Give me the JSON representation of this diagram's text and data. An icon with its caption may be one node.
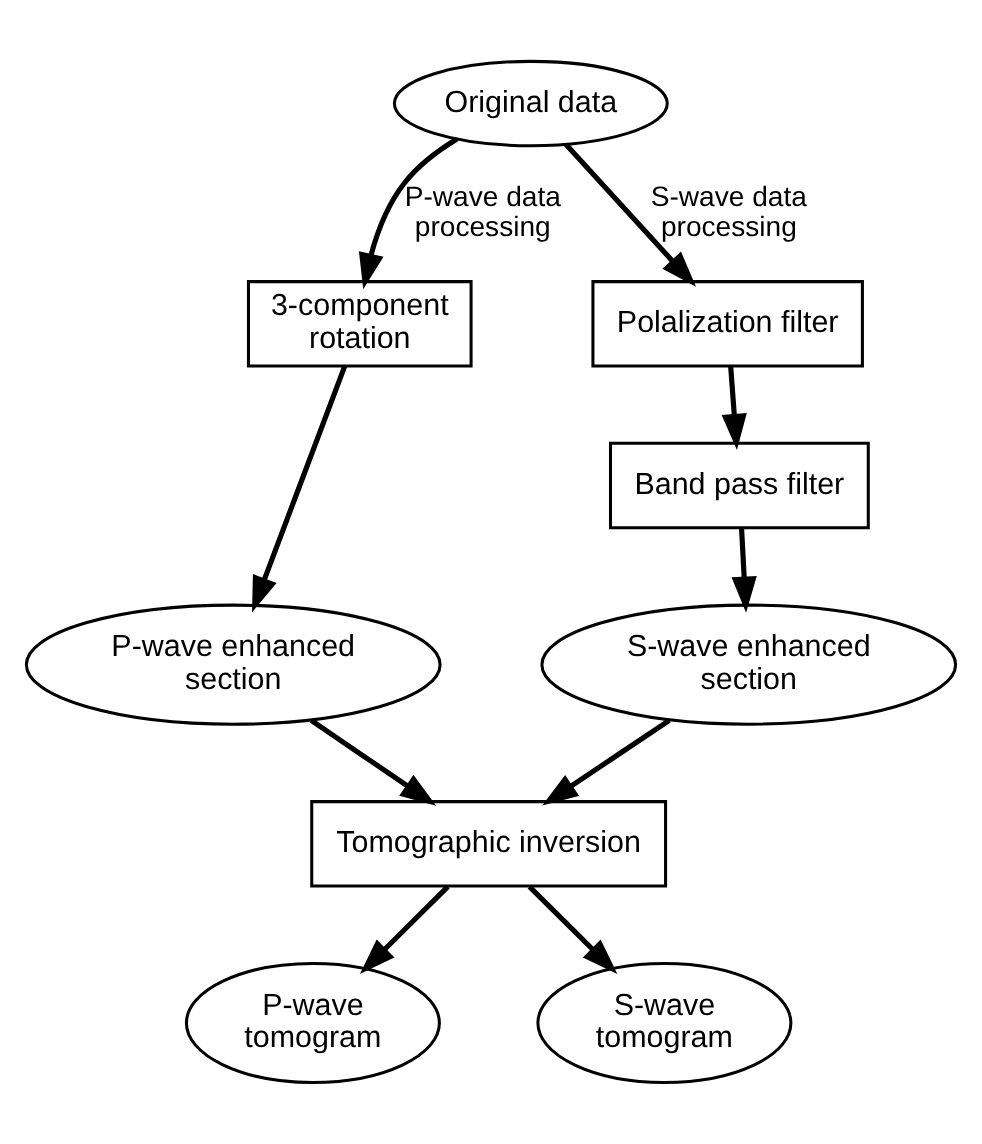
{
  "diagram": {
    "nodes": [
      {
        "text": [
          "Original data"
        ]
      },
      {
        "text": [
          "3-component rotation"
        ]
      },
      {
        "text": [
          "Polalization filter"
        ]
      },
      {
        "text": [
          "Band pass filter"
        ]
      },
      {
        "text": [
          "P-wave enhanced section"
        ]
      },
      {
        "text": [
          "S-wave enhanced section"
        ]
      },
      {
        "text": [
          "Tomographic inversion"
        ]
      },
      {
        "text": [
          "P-wave tomogram"
        ]
      },
      {
        "text": [
          "S-wave tomogram"
        ]
      }
    ],
    "edges": [
      {
        "from": 0,
        "to": 1,
        "arrow": "to",
        "label": "P-wave data processing"
      },
      {
        "from": 0,
        "to": 2,
        "arrow": "to",
        "label": "S-wave data processing"
      },
      {
        "from": 2,
        "to": 3,
        "arrow": "to"
      },
      {
        "from": 1,
        "to": 4,
        "arrow": "to"
      },
      {
        "from": 3,
        "to": 5,
        "arrow": "to"
      },
      {
        "from": 4,
        "to": 6,
        "arrow": "to"
      },
      {
        "from": 5,
        "to": 6,
        "arrow": "to"
      },
      {
        "from": 6,
        "to": 7,
        "arrow": "to"
      },
      {
        "from": 6,
        "to": 8,
        "arrow": "to"
      }
    ]
  }
}
